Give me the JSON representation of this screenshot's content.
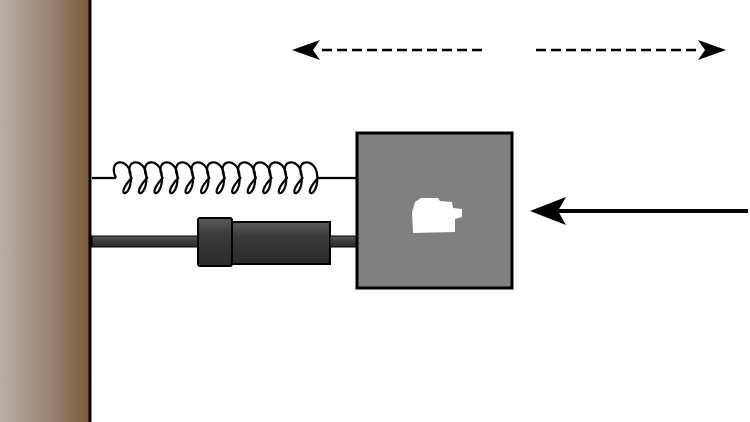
{
  "diagram": {
    "components": {
      "wall": "fixed-wall",
      "spring": "coil-spring",
      "damper": "dashpot-damper",
      "block": "mass-block",
      "block_symbol": "white-blob-marking"
    },
    "arrows": {
      "motion": "double-headed-dashed-arrow",
      "force": "solid-arrow-left"
    },
    "colors": {
      "wall_dark": "#7a5a3b",
      "wall_light": "#b8b0a6",
      "block_fill": "#808080",
      "damper_body": "#3f3f3f",
      "line": "#000000",
      "background": "#ffffff"
    }
  }
}
